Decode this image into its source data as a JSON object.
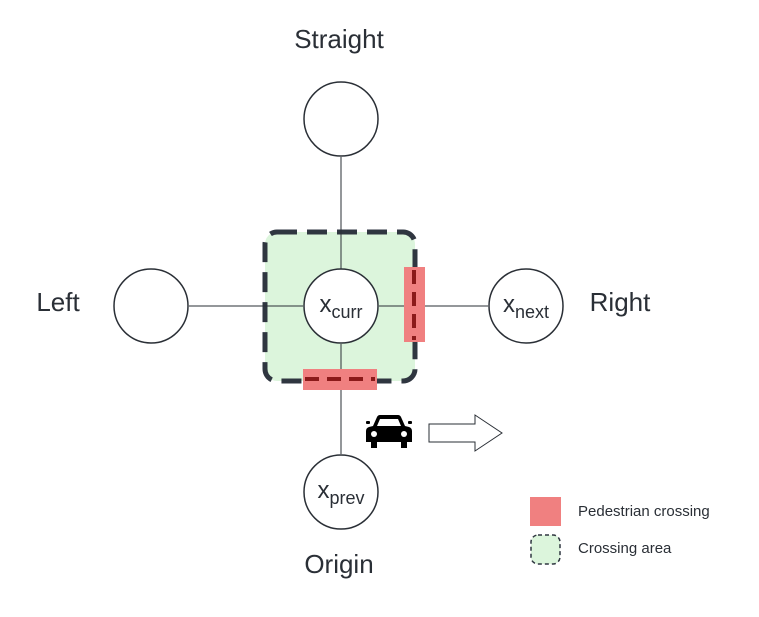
{
  "labels": {
    "straight": "Straight",
    "left": "Left",
    "right": "Right",
    "origin": "Origin"
  },
  "nodes": {
    "straight": {
      "base": "",
      "sub": ""
    },
    "left": {
      "base": "",
      "sub": ""
    },
    "current": {
      "base": "x",
      "sub": "curr"
    },
    "next": {
      "base": "x",
      "sub": "next"
    },
    "previous": {
      "base": "x",
      "sub": "prev"
    }
  },
  "legend": {
    "pedestrian_crossing": "Pedestrian crossing",
    "crossing_area": "Crossing area"
  },
  "icons": {
    "vehicle": "car-icon",
    "direction": "right-arrow-icon"
  },
  "colors": {
    "crossing_area_fill": "#dcf5dc",
    "crossing_area_border": "#2f3640",
    "pedestrian_crossing": "#f08080",
    "pedestrian_dash": "#8b1a1a",
    "node_stroke": "#2a2f36",
    "text": "#2a2f36"
  }
}
